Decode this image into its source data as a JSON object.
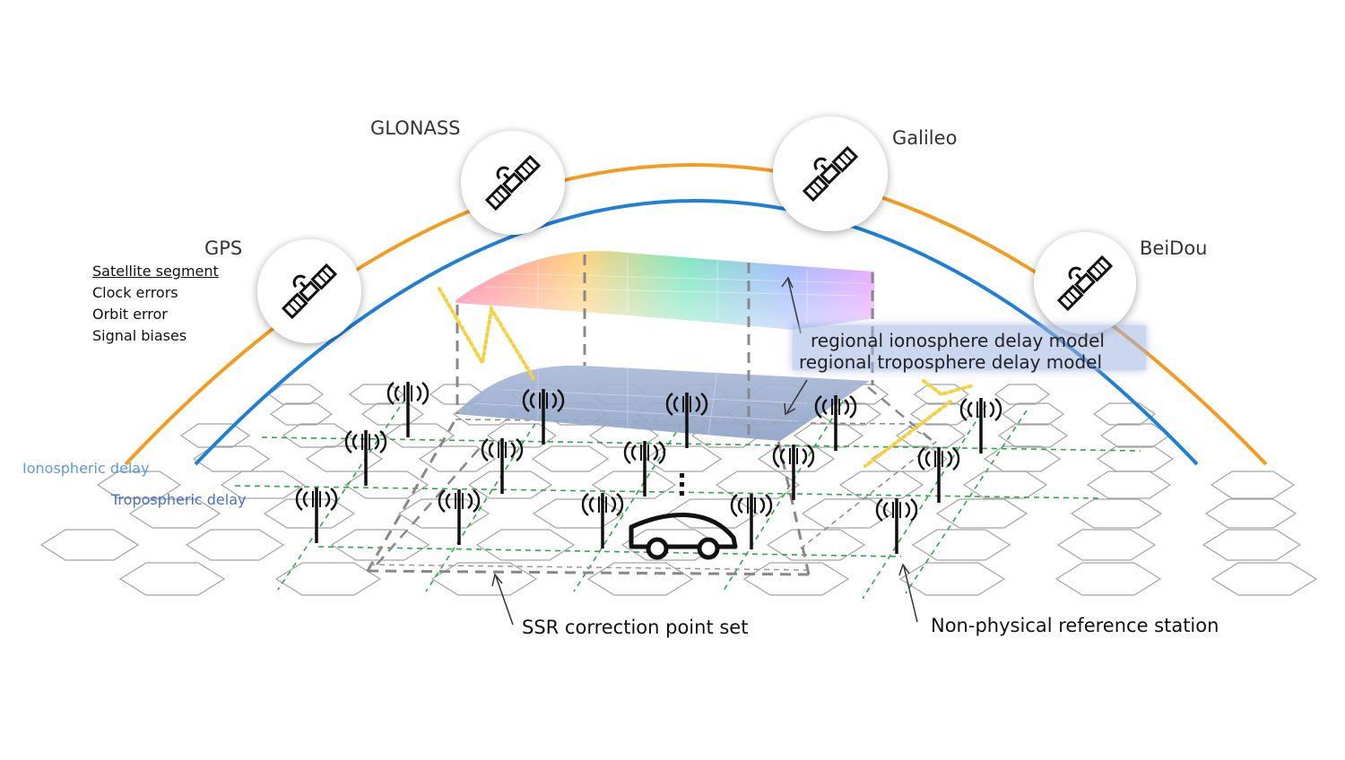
{
  "constellations": [
    {
      "name": "GPS",
      "icon": "satellite-icon"
    },
    {
      "name": "GLONASS",
      "icon": "satellite-icon"
    },
    {
      "name": "Galileo",
      "icon": "satellite-icon"
    },
    {
      "name": "BeiDou",
      "icon": "satellite-icon"
    }
  ],
  "satellite_segment": {
    "title": "Satellite segment",
    "items": [
      "Clock errors",
      "Orbit error",
      "Signal biases"
    ]
  },
  "delay_layers": {
    "ionospheric": "Ionospheric delay",
    "tropospheric": "Tropospheric delay"
  },
  "models": {
    "ionosphere": "regional ionosphere delay model",
    "troposphere": "regional troposphere delay model"
  },
  "callouts": {
    "ssr_points": "SSR correction point set",
    "reference_station": "Non-physical reference station"
  },
  "colors": {
    "ionosphere_arc": "#f39c1f",
    "troposphere_arc": "#1f7fd6",
    "grid_dashed": "#2ea84a",
    "hex_grid": "#9a9a9a",
    "signal_dots": "#f5d142"
  },
  "icons": {
    "tower": "radio-tower-icon",
    "vehicle": "car-icon"
  }
}
